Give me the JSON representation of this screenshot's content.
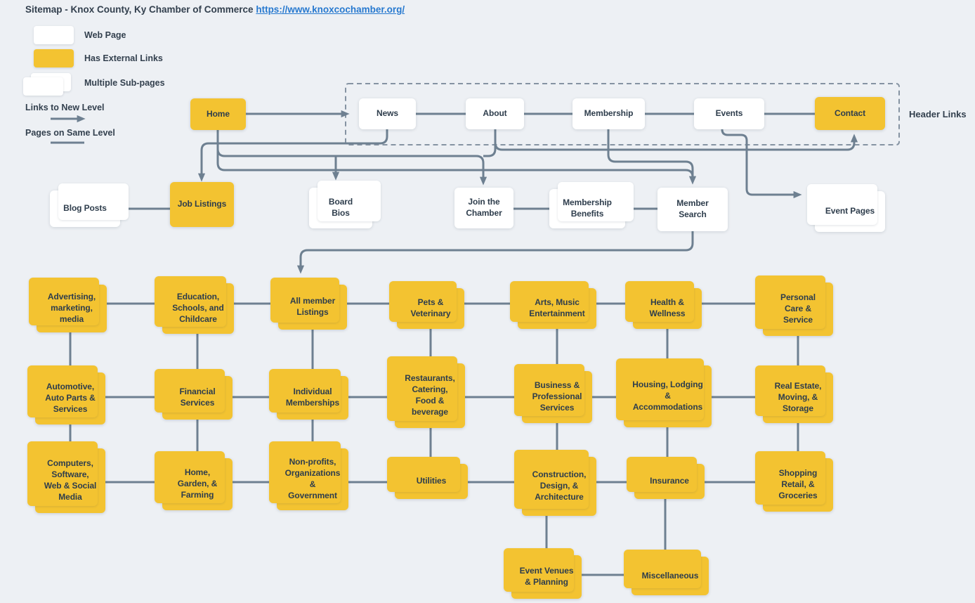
{
  "title": {
    "text": "Sitemap - Knox County, Ky Chamber of Commerce",
    "link": "https://www.knoxcochamber.org/"
  },
  "legend": {
    "web_page": "Web Page",
    "external_links": "Has External Links",
    "sub_pages": "Multiple Sub-pages",
    "new_level": "Links to New Level",
    "same_level": "Pages on Same Level"
  },
  "header": {
    "label": "Header Links"
  },
  "colors": {
    "accent_yellow": "#f3c331",
    "wire_gray": "#6e8091",
    "link_blue": "#2779cf",
    "background": "#edf0f4"
  },
  "nodes": {
    "home": "Home",
    "news": "News",
    "about": "About",
    "membership": "Membership",
    "events": "Events",
    "contact": "Contact",
    "blog_posts": "Blog Posts",
    "job_listings": "Job Listings",
    "board_bios": "Board\nBios",
    "join_chamber": "Join the\nChamber",
    "membership_benefits": "Membership\nBenefits",
    "member_search": "Member\nSearch",
    "event_pages": "Event Pages",
    "advertising": "Advertising,\nmarketing,\nmedia",
    "education": "Education,\nSchools, and\nChildcare",
    "all_member": "All member\nListings",
    "pets": "Pets &\nVeterinary",
    "arts": "Arts, Music\nEntertainment",
    "health": "Health &\nWellness",
    "personal_care": "Personal\nCare &\nService",
    "automotive": "Automotive,\nAuto Parts &\nServices",
    "financial": "Financial\nServices",
    "individual": "Individual\nMemberships",
    "restaurants": "Restaurants,\nCatering,\nFood &\nbeverage",
    "business": "Business &\nProfessional\nServices",
    "housing": "Housing, Lodging\n&\nAccommodations",
    "real_estate": "Real Estate,\nMoving, &\nStorage",
    "computers": "Computers,\nSoftware,\nWeb & Social\nMedia",
    "home_garden": "Home,\nGarden, &\nFarming",
    "nonprofits": "Non-profits,\nOrganizations\n&\nGovernment",
    "utilities": "Utilities",
    "construction": "Construction,\nDesign, &\nArchitecture",
    "insurance": "Insurance",
    "shopping": "Shopping\nRetail, &\nGroceries",
    "event_venues": "Event Venues\n& Planning",
    "miscellaneous": "Miscellaneous"
  }
}
